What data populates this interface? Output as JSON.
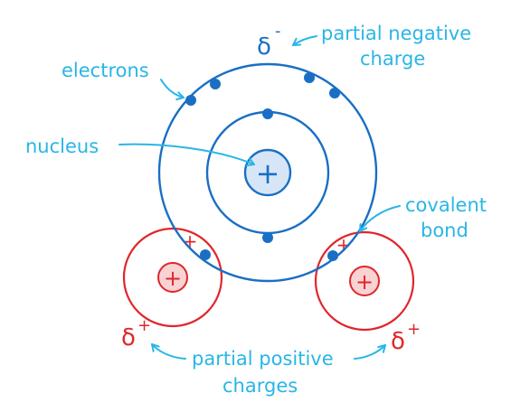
{
  "colors": {
    "oxygen_blue": "#1a6fc4",
    "nucleus_fill_blue": "#d7e6f7",
    "hydrogen_red": "#e0262b",
    "nucleus_fill_red": "#f9d3d4",
    "label_cyan": "#29b6e6",
    "background": "#ffffff"
  },
  "labels": {
    "partial_negative_line1": "partial negative",
    "partial_negative_line2": "charge",
    "electrons": "electrons",
    "nucleus": "nucleus",
    "covalent_line1": "covalent",
    "covalent_line2": "bond",
    "partial_positive_line1": "partial positive",
    "partial_positive_line2": "charges"
  },
  "symbols": {
    "delta": "δ",
    "minus": "-",
    "plus": "+",
    "nucleus_plus": "+"
  },
  "structure": {
    "central_atom": {
      "inner_shell_electrons": 2,
      "outer_shell_electrons": 4,
      "nucleus_charge": "+"
    },
    "hydrogen_atoms": [
      {
        "side": "left",
        "nucleus_charge": "+",
        "shared_electrons": 1
      },
      {
        "side": "right",
        "nucleus_charge": "+",
        "shared_electrons": 1
      }
    ]
  }
}
